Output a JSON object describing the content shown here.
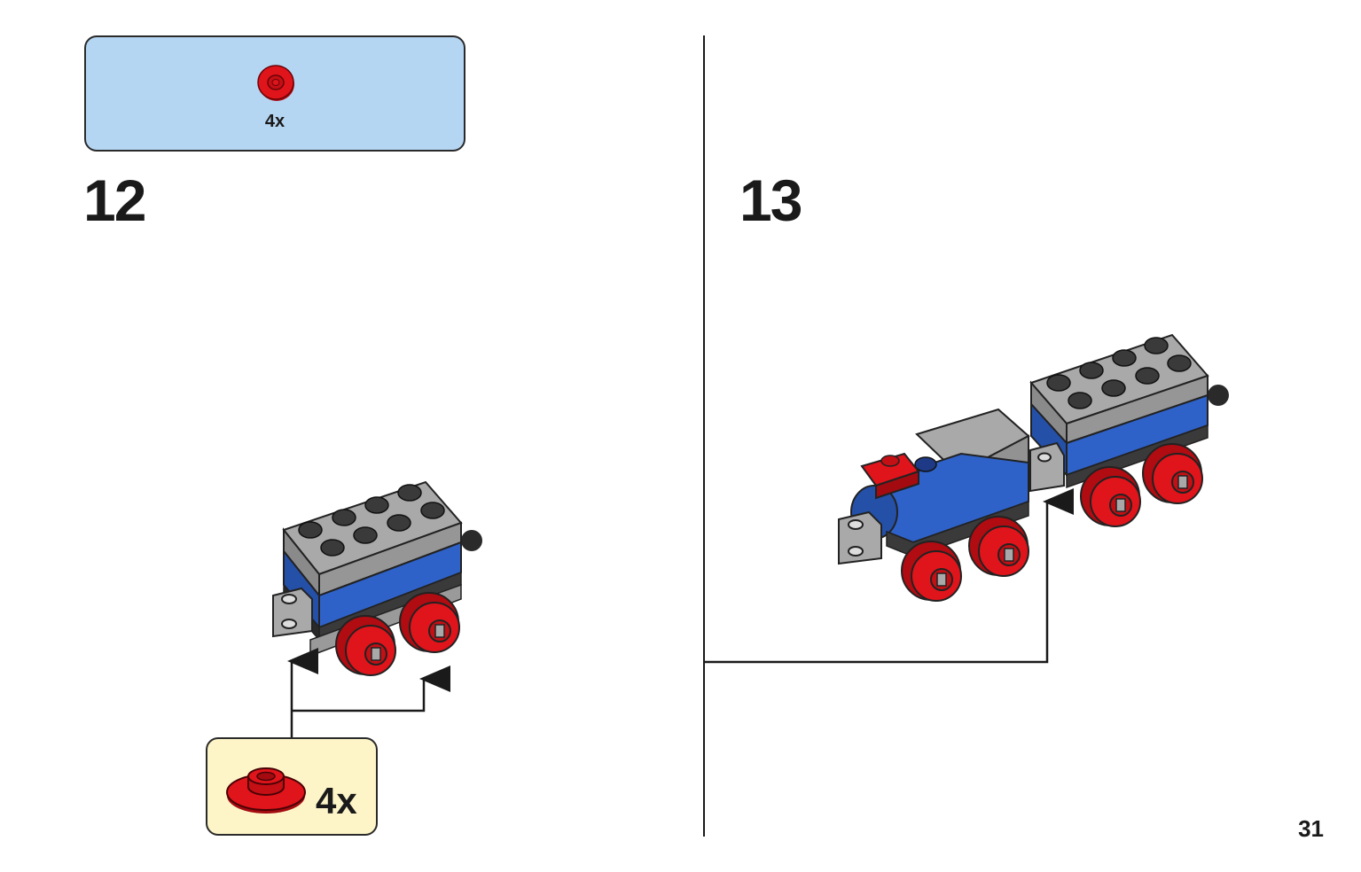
{
  "parts_list": {
    "quantity": "4x",
    "part_icon": "red-wheel-icon"
  },
  "steps": [
    {
      "number": "12",
      "callout": {
        "quantity": "4x",
        "part_icon": "red-wheel-icon"
      }
    },
    {
      "number": "13"
    }
  ],
  "page_number": "31",
  "colors": {
    "parts_box_bg": "#b5d6f3",
    "callout_bg": "#fdf5c8",
    "brick_blue": "#2e62c9",
    "brick_gray": "#a3a3a3",
    "wheel_red": "#e0141b",
    "stud_dark": "#3a3a3a"
  }
}
